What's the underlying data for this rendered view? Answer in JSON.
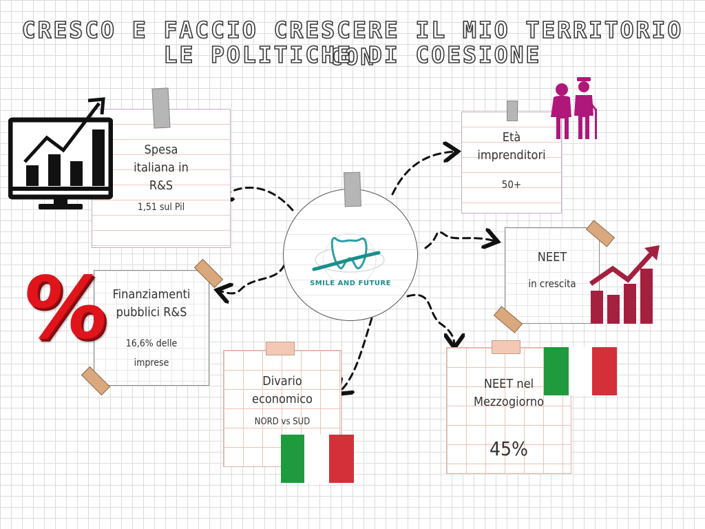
{
  "title": {
    "line1": "CRESCO E FACCIO CRESCERE IL MIO TERRITORIO CON",
    "line2": "LE POLITICHE DI COESIONE"
  },
  "center": {
    "logo_text": "SMILE AND FUTURE"
  },
  "cards": {
    "spesa": {
      "line1": "Spesa",
      "line2": "italiana in",
      "line3": "R&S",
      "value": "1,51 sul Pil"
    },
    "eta": {
      "line1": "Età",
      "line2": "imprenditori",
      "value": "50+"
    },
    "neet": {
      "line1": "NEET",
      "value": "in crescita"
    },
    "finanziamenti": {
      "line1": "Finanziamenti",
      "line2": "pubblici R&S",
      "value1": "16,6% delle",
      "value2": "imprese"
    },
    "divario": {
      "line1": "Divario",
      "line2": "economico",
      "value": "NORD vs SUD"
    },
    "mezzogiorno": {
      "line1": "NEET nel",
      "line2": "Mezzogiorno",
      "value": "45%"
    }
  },
  "icons": {
    "chart_monitor": "chart-monitor-icon",
    "percent": "percent-icon",
    "elderly": "elderly-couple-icon",
    "growth": "growth-chart-icon",
    "flag": "italian-flag-icon"
  },
  "colors": {
    "accent_pink": "#b0177a",
    "growth_red": "#a3203f",
    "percent_red": "#e0151b",
    "flag_green": "#1f9a3c",
    "flag_red": "#d3303a",
    "logo_teal": "#1a8f8b"
  }
}
